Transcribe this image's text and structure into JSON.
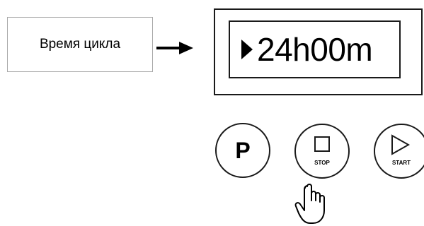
{
  "label": {
    "text": "Время цикла"
  },
  "display": {
    "value": "24h00m"
  },
  "buttons": {
    "p_label": "P",
    "stop_label": "STOP",
    "start_label": "START"
  },
  "icons": {
    "arrow": "arrow-right-icon",
    "display_indicator": "play-triangle-icon",
    "stop": "square-icon",
    "start": "play-triangle-outline-icon",
    "pointer": "hand-pointer-icon"
  }
}
